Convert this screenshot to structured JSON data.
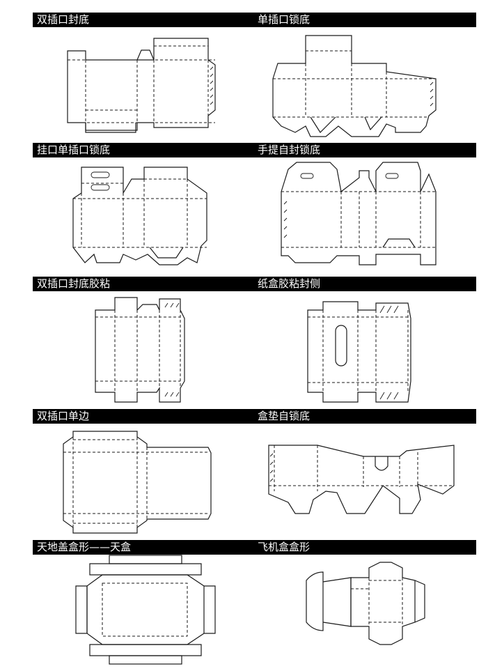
{
  "panels": [
    {
      "label": "双插口封底"
    },
    {
      "label": "单插口锁底"
    },
    {
      "label": "挂口单插口锁底"
    },
    {
      "label": "手提自封锁底"
    },
    {
      "label": "双插口封底胶粘"
    },
    {
      "label": "纸盒胶粘封侧"
    },
    {
      "label": "双插口单边"
    },
    {
      "label": "盒垫自锁底"
    },
    {
      "label": "天地盖盒形——天盒"
    },
    {
      "label": "飞机盒盒形"
    }
  ]
}
